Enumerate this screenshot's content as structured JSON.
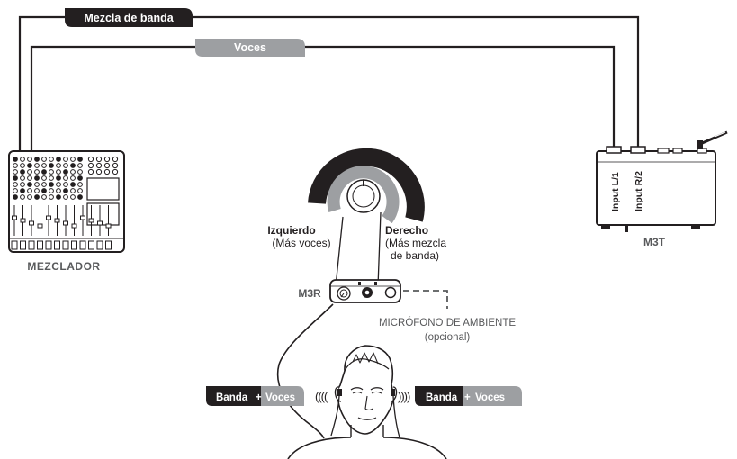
{
  "cables": {
    "band_mix_label": "Mezcla de banda",
    "vocals_label": "Voces"
  },
  "mixer": {
    "label": "MEZCLADOR"
  },
  "transmitter": {
    "label": "M3T",
    "input1": "Input L/1",
    "input2": "Input R/2"
  },
  "knob": {
    "left_title": "Izquierdo",
    "left_sub": "(Más voces)",
    "right_title": "Derecho",
    "right_sub1": "(Más mezcla",
    "right_sub2": "de banda)"
  },
  "receiver": {
    "label": "M3R"
  },
  "ambient_mic": {
    "line1": "MICRÓFONO DE AMBIENTE",
    "line2": "(opcional)"
  },
  "left_badge": {
    "band": "Banda",
    "plus": "+",
    "vocals": "Voces"
  },
  "right_badge": {
    "band": "Banda",
    "plus": "+",
    "vocals": "Voces"
  },
  "waves": {
    "left": "((((",
    "right": "))))"
  },
  "colors": {
    "dark": "#231f20",
    "gray": "#9d9fa2",
    "light_gray": "#bdbec0"
  }
}
